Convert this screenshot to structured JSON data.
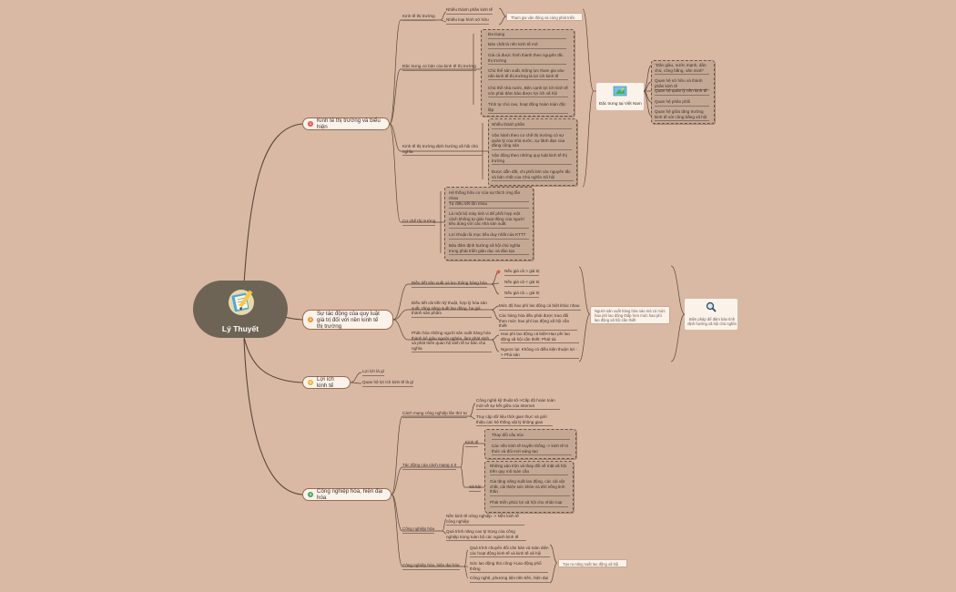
{
  "root": {
    "label": "Lý Thuyết",
    "icon": "notebook-pencil-icon"
  },
  "branch1": {
    "num": "1",
    "label": "Kinh tế thị trường và biểu hiện",
    "ktt": {
      "label": "Kinh tế thị trường",
      "items": [
        "Nhiều thành phần kinh tế",
        "Nhiều loại hình sở hữu"
      ],
      "note": "Tham gia vận động và cùng phát triển"
    },
    "dt": {
      "label": "Đặc trưng cơ bản của kinh tế thị trường",
      "items": [
        "Đa Dạng",
        "Bản chất là nền kinh tế mở",
        "Giá cả được hình thành theo nguyên tắc thị trường",
        "Chủ thể sản xuất, Động lực tham gia vào nền kinh tế thị trường là lợi ích kinh tế",
        "Chủ thể nhà nước, Bên cạnh lợi ích kinh tế còn phải đảm bảo được lợi ích xã hội",
        "Tính tự chủ cao, hoạt động hoàn toàn độc lập"
      ]
    },
    "dh": {
      "label": "Kinh tế thị trường định hướng xã hội chủ nghĩa",
      "items": [
        "Nhiều thành phần",
        "Vận hành theo cơ chế thị trường có sự quản lý của nhà nước, sự lãnh đạo của đảng cộng sản",
        "Vận động theo những quy luật kinh tế thị trường",
        "Được dẫn dắt, chi phối bởi các nguyên tắc và bản chất của Chủ nghĩa Xã hội"
      ]
    },
    "vn": {
      "label": "Đặc trưng tại Việt Nam",
      "items": [
        "\"Dân giàu, nước mạnh, dân chủ, công bằng, văn minh\"",
        "Quan hệ sở hữu và thành phần kinh tế",
        "Quan hệ quản lý nền kinh tế",
        "Quan hệ phân phối",
        "Quan hệ giữa tăng trưởng kinh tế với công bằng xã hội"
      ]
    },
    "cc": {
      "label": "Cơ chế thị trường",
      "items": [
        "Hệ thống hữu cơ của sự thích ứng lẫn nhau",
        "Tự điều tiết lẫn nhau",
        "Là một bộ máy tinh vi để phối hợp một cách không tự giác hoạt động của người tiêu dùng với các nhà sản xuất",
        "Lợi nhuận là mục tiêu duy nhất của KTTT",
        "Bảo đảm định hướng xã hội chủ nghĩa trong phát triển giáo dục và đào tạo"
      ]
    }
  },
  "branch2": {
    "num": "2",
    "label": "Sự tác động của quy luật giá trị đối với nền kinh tế thị trường",
    "g1": {
      "label": "Điều tiết sản xuất và lưu thông hàng hóa",
      "items": [
        "Nếu giá cả > giá trị",
        "Nếu giá cả < giá trị",
        "Nếu giá cả = giá trị"
      ]
    },
    "g2": {
      "label": "Điều tiết cải tiến kỹ thuật, hợp lý hóa sản xuất, tăng năng suất lao động, hạ giá thành sản phẩm",
      "items": [
        "Mức độ hao phí lao động cá biệt khác nhau",
        "Các hàng hóa đều phải được trao đổi theo mức hao phí lao động xã hội cần thiết"
      ]
    },
    "g3": {
      "label": "Phân hóa những người sản xuất hàng hóa thành kẻ giàu người nghèo, làm phát sinh và phát triển quan hệ kinh tế tư bản chủ nghĩa",
      "items": [
        "Hao phí lao động cá biệt<Hao phí lao động xã hội cần thiết: Phát tài",
        "Ngược lại: Không có điều kiện thuận lợi -> Phá sản"
      ]
    },
    "note": "Người sản xuất hàng hóa nào mà có mức hao phí lao động thấp hơn mức hao phí lao động xã hội cần thiết",
    "result": {
      "label": "Biện pháp để đảm bảo tính định hướng xã hội chủ nghĩa",
      "icon": "magnifier-icon"
    }
  },
  "branch3": {
    "num": "3",
    "label": "Lợi ích kinh tế",
    "items": [
      "Lợi ích là gì",
      "Quan hệ lợi ích kinh tế là gì"
    ]
  },
  "branch4": {
    "num": "4",
    "label": "Công nghiệp hóa, hiện đại hóa",
    "cm": {
      "label": "Cách mạng công nghiệp lần thứ tư",
      "items": [
        "Công nghệ kỹ thuật số->Cấp độ hoàn toàn mới về sự kết giữa của Internet",
        "Truy cập dữ liệu thời gian thực và giới thiệu các hệ thống vật lý không gian"
      ]
    },
    "td": {
      "label": "Tác động của cách mạng 4.0",
      "kt": {
        "label": "Kinh tế",
        "items": [
          "Thay đổi cấu trúc",
          "Các nền kinh tế truyền thống -> kinh tế tri thức và đổi mới sáng tạo"
        ]
      },
      "xh": {
        "label": "Xã hội",
        "items": [
          "Những xáo trộn và thay đổi về mặt xã hội trên quy mô toàn cầu",
          "Gia tăng năng suất lao động, các cải vật chất, cải thiện sức khỏe và đời sống tinh thần",
          "Phát triển phúc lợi xã hội cho nhân loại"
        ]
      }
    },
    "cnh": {
      "label": "Công nghiệp hóa",
      "items": [
        "Nền kinh tế nông nghiệp -> Nền kinh tế công nghiệp",
        "Quá trình năng cao tỷ trọng của công nghiệp trong toàn bộ các ngành kinh tế"
      ]
    },
    "hdh": {
      "label": "Công nghiệp hóa, hiện đại hóa",
      "items": [
        "Quá trình chuyển đổi căn bản và toàn diện các hoạt động kinh tế và kinh tế xã hội",
        "Sức lao động thủ công->Lao động phổ thông",
        "Công nghệ, phương tiện tiên tiến, hiện đại"
      ],
      "note": "Tạo ra năng suất lao động xã hội"
    }
  }
}
